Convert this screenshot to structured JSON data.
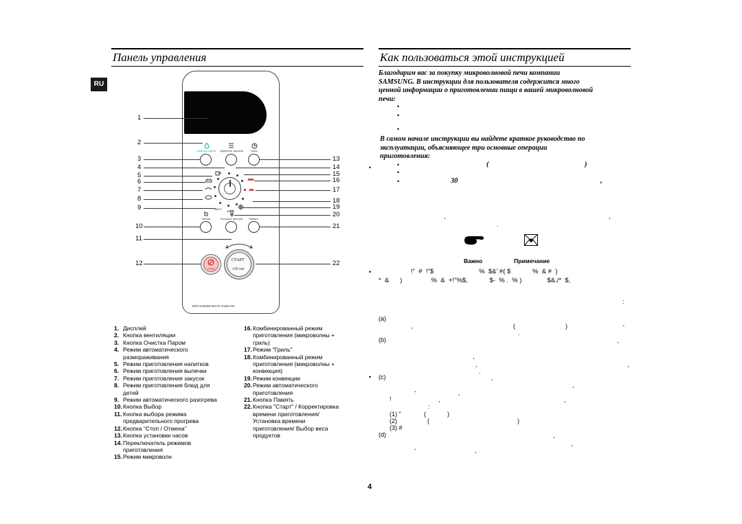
{
  "left_section": {
    "title": "Панель управления",
    "lang_badge": "RU",
    "panel": {
      "callouts_left": [
        "1",
        "2",
        "3",
        "4",
        "5",
        "6",
        "7",
        "8",
        "9",
        "10",
        "11",
        "12"
      ],
      "callouts_right": [
        "13",
        "14",
        "15",
        "16",
        "17",
        "18",
        "19",
        "20",
        "21",
        "22"
      ],
      "tiny_labels": {
        "ventilation": "Очистка паром",
        "clean": "Удаление запахов",
        "clock": "Часы",
        "auto": "АВТО",
        "select": "Выбор",
        "quick": "Быстрый прогрев",
        "memory": "Память",
        "stop": "СТОП",
        "start": "СТАРТ",
        "start_sub": "+30 сек",
        "bio": "БИО-керамическое покрытие"
      }
    },
    "legend_left": [
      {
        "n": "1.",
        "t": "Дисплей"
      },
      {
        "n": "2.",
        "t": "Кнопка вентиляции"
      },
      {
        "n": "3.",
        "t": "Кнопка Очистка Паром"
      },
      {
        "n": "4.",
        "t": "Режим автоматического"
      },
      {
        "n": "",
        "t": "размораживания"
      },
      {
        "n": "5.",
        "t": "Режим приготовления напитков"
      },
      {
        "n": "6.",
        "t": "Режим приготовления выпечки"
      },
      {
        "n": "7.",
        "t": "Режим приготовления закусок"
      },
      {
        "n": "8.",
        "t": "Режим приготовления блюд для"
      },
      {
        "n": "",
        "t": "детей"
      },
      {
        "n": "9.",
        "t": "Режим автоматического разогрева"
      },
      {
        "n": "10.",
        "t": "Кнопка Выбор"
      },
      {
        "n": "11.",
        "t": "Кнопка выбора режима"
      },
      {
        "n": "",
        "t": "предварительного прогрева"
      },
      {
        "n": "12.",
        "t": "Кнопка “Стоп / Отмена”"
      },
      {
        "n": "13.",
        "t": "Кнопка установки часов"
      },
      {
        "n": "14.",
        "t": "Переключатель режимов"
      },
      {
        "n": "",
        "t": "приготовления"
      },
      {
        "n": "15.",
        "t": "Режим микроволн"
      }
    ],
    "legend_right": [
      {
        "n": "16.",
        "t": "Комбинированный режим"
      },
      {
        "n": "",
        "t": "приготовления (микроволны +"
      },
      {
        "n": "",
        "t": "гриль)"
      },
      {
        "n": "17.",
        "t": "Режим \"Гриль\""
      },
      {
        "n": "18.",
        "t": "Комбинированный режим"
      },
      {
        "n": "",
        "t": "приготовления (микроволны +"
      },
      {
        "n": "",
        "t": "конвекция)"
      },
      {
        "n": "19.",
        "t": "Режим конвекции"
      },
      {
        "n": "20.",
        "t": "Режим автоматического"
      },
      {
        "n": "",
        "t": "приготовления"
      },
      {
        "n": "21.",
        "t": "Кнопка Память"
      },
      {
        "n": "22.",
        "t": "Кнопка \"Старт\" / Корректировка"
      },
      {
        "n": "",
        "t": "времени приготовления/"
      },
      {
        "n": "",
        "t": "Установка времени"
      },
      {
        "n": "",
        "t": "приготовления/ Выбор веса"
      },
      {
        "n": "",
        "t": "продуктов"
      }
    ]
  },
  "right_section": {
    "title": "Как пользоваться этой инструкцией",
    "intro": [
      "Благодарим вас за покупку микроволновой печи компании",
      "SAMSUNG. В инструкции для пользователя содержится много",
      "ценной информации о приготовлении пищи в вашей микроволновой",
      "печи:"
    ],
    "para2": [
      "В самом начале инструкции вы найдете краткое руководство по",
      "эксплуатации, объясняющее три основные операции",
      "приготовления:"
    ],
    "bullet": "•",
    "frag_paren_open": "(",
    "frag_paren_close": ")",
    "frag_30": "30",
    "frag_comma": ",",
    "frag_dot": ".",
    "icon_labels": {
      "important": "Важно",
      "note": "Примечание"
    },
    "garble_1": "!\"  #  !\"$                         %  $&' #( $            %  & #  )",
    "garble_2": "*  &      )                %  &  +!\"%$,            $-  % .  % )              $&./*  $,",
    "colon": ":",
    "list_a": "(a)",
    "list_b": "(b)",
    "list_c": "(c)",
    "list_d": "(d)",
    "frag_dash": "-",
    "frag_excl": "!",
    "sub1": "(1) \"",
    "sub2": "(2)",
    "sub3": "(3) #",
    "page_number": "4"
  }
}
